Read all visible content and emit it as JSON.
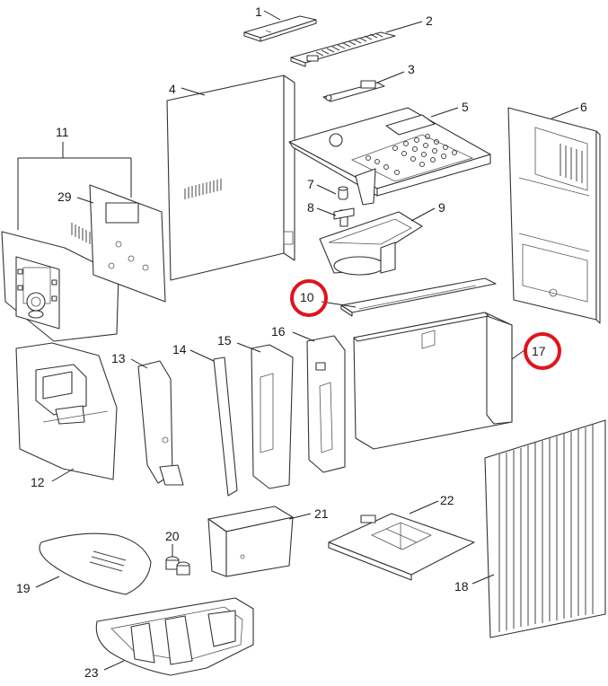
{
  "callouts": [
    "1",
    "2",
    "3",
    "4",
    "5",
    "6",
    "7",
    "8",
    "9",
    "10",
    "11",
    "12",
    "13",
    "14",
    "15",
    "16",
    "17",
    "18",
    "19",
    "20",
    "21",
    "22",
    "23",
    "29"
  ],
  "highlighted": [
    "10",
    "17"
  ],
  "highlight_color": "#e0141e",
  "line_color": "#333333"
}
